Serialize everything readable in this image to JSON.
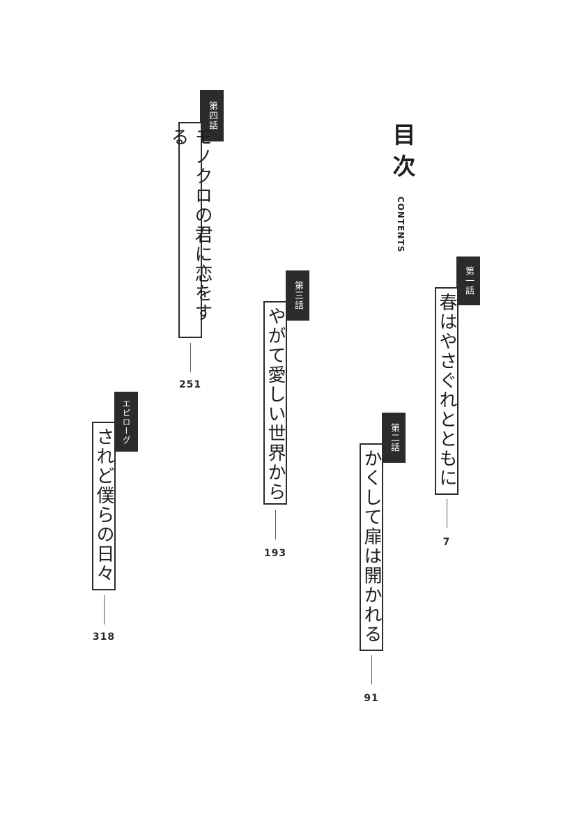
{
  "toc": {
    "heading": "目次",
    "heading_sub": "CONTENTS"
  },
  "chapters": [
    {
      "label": "第一話",
      "title": "春はやさぐれとともに",
      "page": "7"
    },
    {
      "label": "第二話",
      "title": "かくして扉は開かれる",
      "page": "91"
    },
    {
      "label": "第三話",
      "title": "やがて愛しい世界から",
      "page": "193"
    },
    {
      "label": "第四話",
      "title": "モノクロの君に恋をする",
      "page": "251"
    },
    {
      "label": "エピローグ",
      "title": "されど僕らの日々",
      "page": "318"
    }
  ]
}
